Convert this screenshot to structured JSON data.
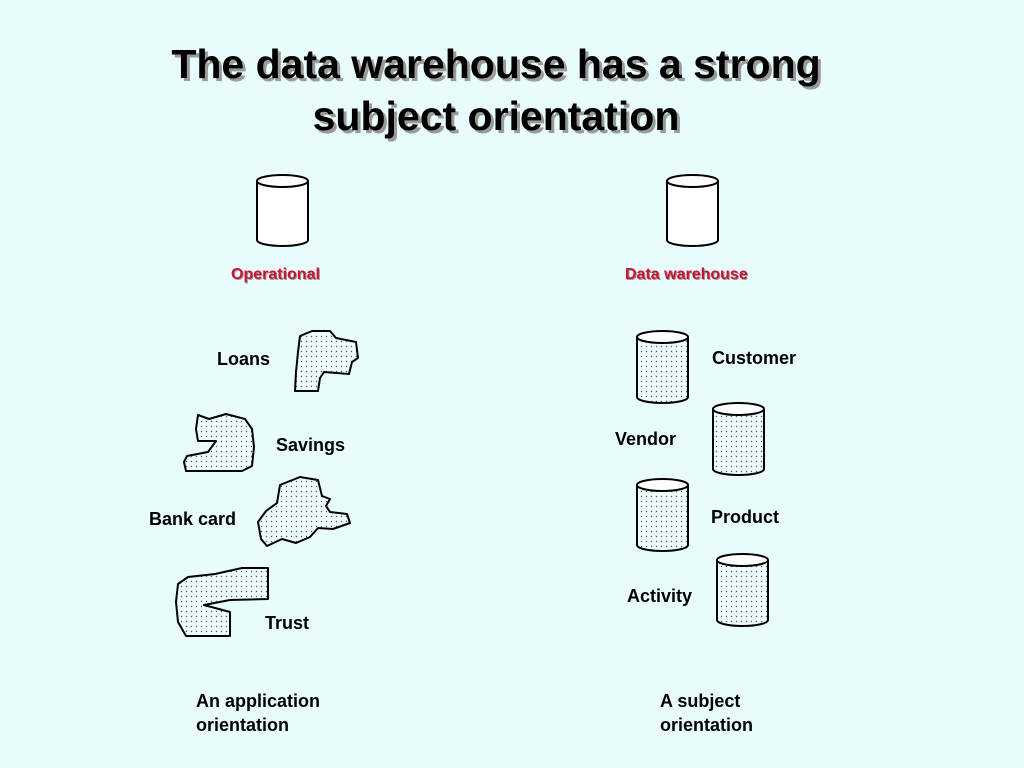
{
  "title": {
    "line1": "The data warehouse has a strong",
    "line2": "subject orientation"
  },
  "operational": {
    "heading": "Operational",
    "applications": [
      "Loans",
      "Savings",
      "Bank card",
      "Trust"
    ],
    "footer_line1": "An application",
    "footer_line2": "orientation"
  },
  "warehouse": {
    "heading": "Data warehouse",
    "subjects": [
      "Customer",
      "Vendor",
      "Product",
      "Activity"
    ],
    "footer_line1": "A subject",
    "footer_line2": "orientation"
  },
  "colors": {
    "background": "#e9fcfc",
    "heading_red": "#cc1133"
  }
}
